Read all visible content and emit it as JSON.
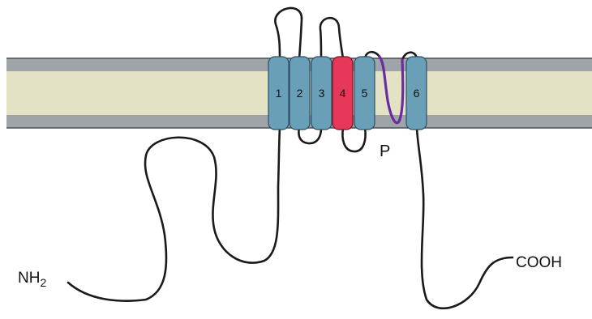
{
  "diagram": {
    "segments": [
      {
        "label": "1",
        "color": "#6a9fb8"
      },
      {
        "label": "2",
        "color": "#6a9fb8"
      },
      {
        "label": "3",
        "color": "#6a9fb8"
      },
      {
        "label": "4",
        "color": "#e8385a"
      },
      {
        "label": "5",
        "color": "#6a9fb8"
      },
      {
        "label": "6",
        "color": "#6a9fb8"
      }
    ],
    "pore_loop_label": "P",
    "n_terminus": {
      "text": "NH",
      "sub": "2"
    },
    "c_terminus_label": "COOH",
    "colors": {
      "membrane_core": "#e3e2c4",
      "membrane_edge": "#9ea4a8",
      "membrane_line": "#4a5058",
      "chain": "#1a1a1a",
      "pore_loop": "#6a2ca0",
      "segment_outline": "#2d4f63",
      "voltage_sensor_outline": "#7a1325"
    }
  }
}
